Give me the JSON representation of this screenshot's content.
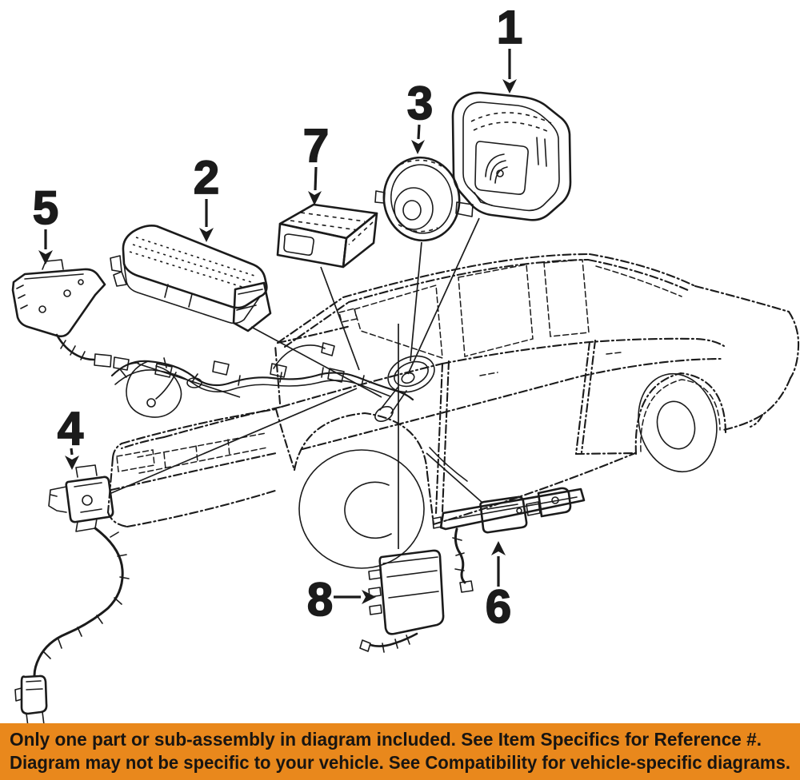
{
  "banner": {
    "bg_color": "#E9881C",
    "text_color": "#181512",
    "line1": "Only one part or sub-assembly in diagram included. See Item Specifics for Reference #.",
    "line2": "Diagram may not be specific to your vehicle. See Compatibility for vehicle-specific diagrams."
  },
  "diagram": {
    "background": "#FFFFFF",
    "line_color": "#1B1B1B",
    "style": "black-and-white exploded parts line drawing of air bag system components over a phantom-outline sedan",
    "callouts": [
      {
        "ref": "1",
        "arrow": "down"
      },
      {
        "ref": "2",
        "arrow": "down"
      },
      {
        "ref": "3",
        "arrow": "down"
      },
      {
        "ref": "4",
        "arrow": "down"
      },
      {
        "ref": "5",
        "arrow": "down"
      },
      {
        "ref": "6",
        "arrow": "up"
      },
      {
        "ref": "7",
        "arrow": "down"
      },
      {
        "ref": "8",
        "arrow": "right"
      }
    ]
  }
}
